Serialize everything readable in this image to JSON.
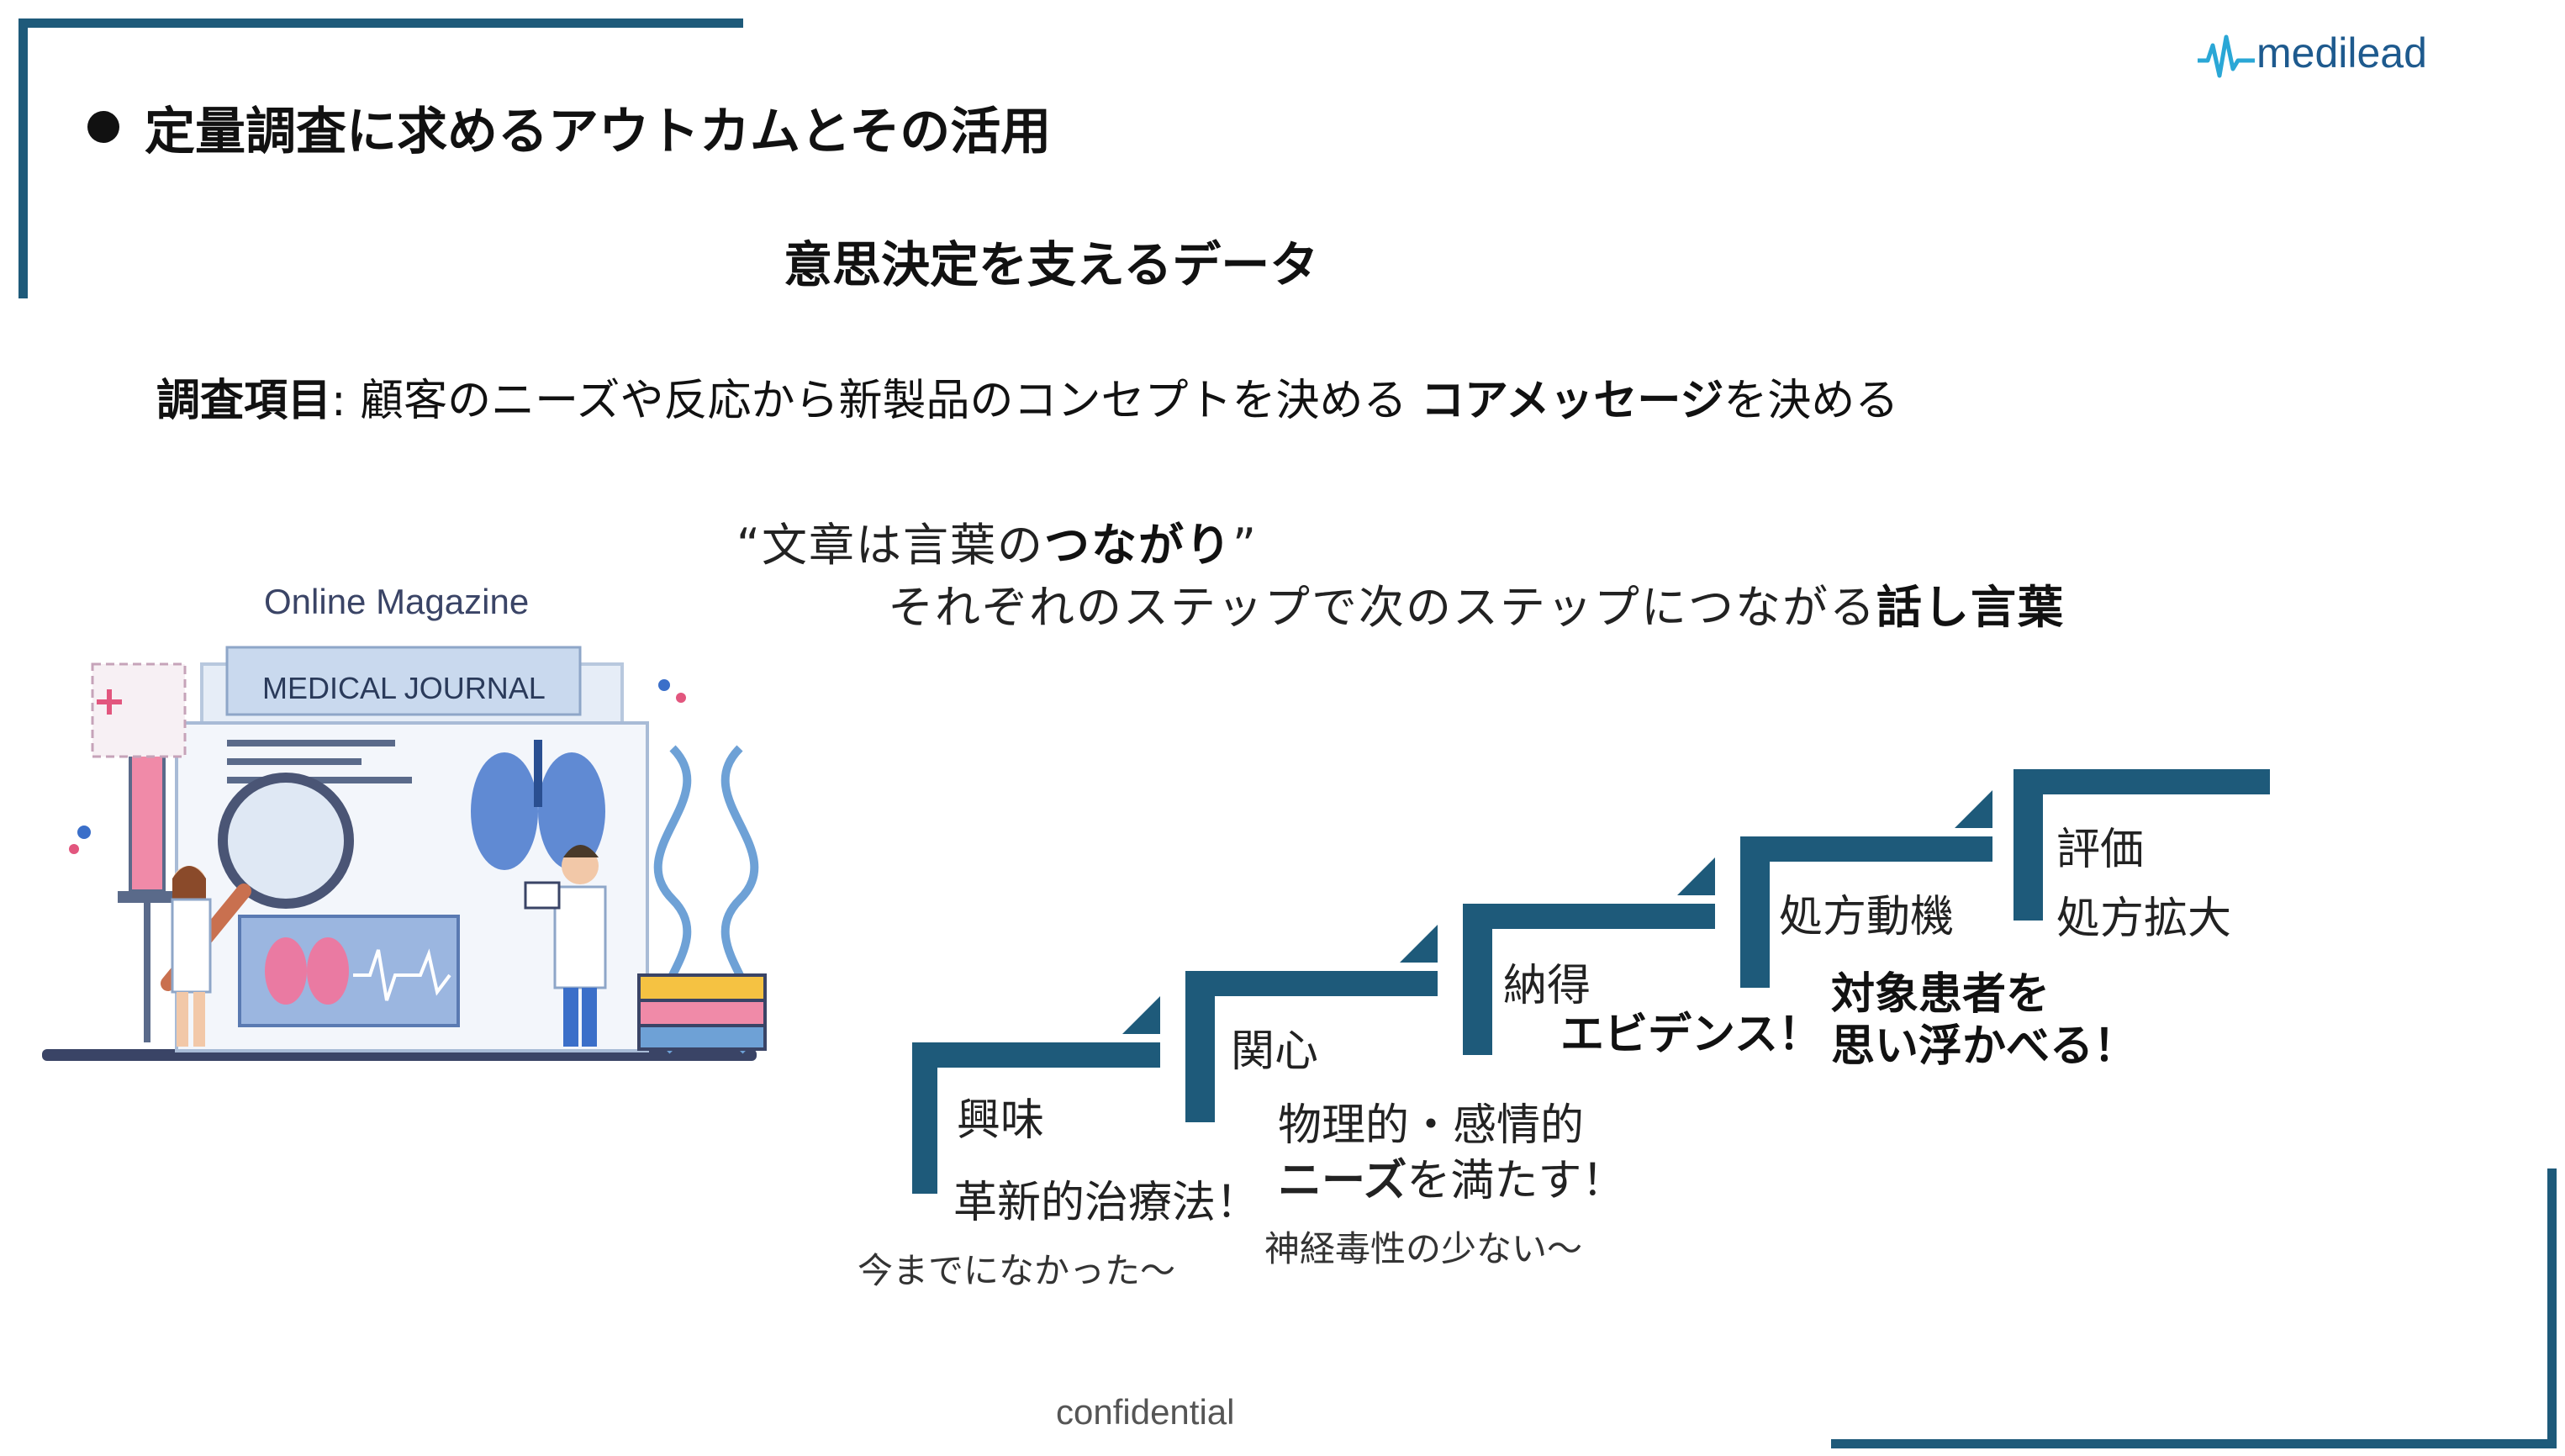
{
  "header": {
    "title": "定量調査に求めるアウトカムとその活用",
    "subtitle": "意思決定を支えるデータ"
  },
  "logo": {
    "text": "medilead"
  },
  "survey": {
    "label": "調査項目",
    "separator": ":",
    "text1": " 顧客のニーズや反応から新製品のコンセプトを決める ",
    "bold2": "コアメッセージ",
    "text2": "を決める"
  },
  "quote": {
    "line1_prefix": "“文章は言葉の",
    "line1_bold": "つながり",
    "line1_suffix": "”",
    "line2_prefix": "それぞれのステップで次のステップにつながる",
    "line2_bold": "話し言葉"
  },
  "illustration": {
    "online_magazine": "Online Magazine",
    "medical_journal": "MEDICAL JOURNAL"
  },
  "steps": [
    {
      "label": "興味",
      "message": "革新的治療法！",
      "note": "今までになかった〜"
    },
    {
      "label": "関心",
      "message1": "物理的・感情的",
      "message2_bold": "ニーズ",
      "message2_rest": "を満たす！",
      "note": "神経毒性の少ない〜"
    },
    {
      "label": "納得",
      "message_bold": "エビデンス！"
    },
    {
      "label": "処方動機",
      "message_bold_line1": "対象患者を",
      "message_bold_line2": "思い浮かべる！"
    },
    {
      "label1": "評価",
      "label2": "処方拡大"
    }
  ],
  "footer": {
    "text": "confidential"
  },
  "colors": {
    "accent": "#1e5a7a",
    "logo": "#1e5a8e",
    "logo_icon": "#2aa7d6"
  }
}
